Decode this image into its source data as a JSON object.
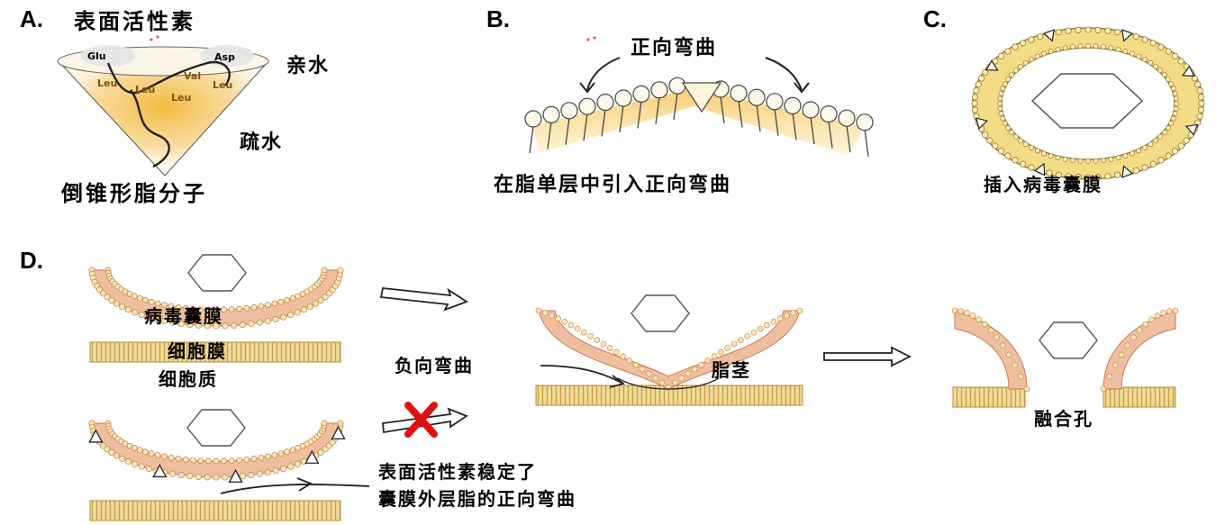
{
  "panels": {
    "a": {
      "letter": "A.",
      "title": "表面活性素",
      "hydrophilic": "亲水",
      "hydrophobic": "疏水",
      "caption": "倒锥形脂分子",
      "residues": [
        "Glu",
        "Asp",
        "Leu",
        "Leu",
        "Val",
        "Leu",
        "Leu"
      ]
    },
    "b": {
      "letter": "B.",
      "curve_label": "正向弯曲",
      "caption": "在脂单层中引入正向弯曲"
    },
    "c": {
      "letter": "C.",
      "caption": "插入病毒囊膜"
    },
    "d": {
      "letter": "D.",
      "viral_envelope": "病毒囊膜",
      "cell_membrane": "细胞膜",
      "cytoplasm": "细胞质",
      "negative_curvature": "负向弯曲",
      "stalk": "脂茎",
      "fusion_pore": "融合孔",
      "note_line1": "表面活性素稳定了",
      "note_line2": "囊膜外层脂的正向弯曲"
    }
  },
  "colors": {
    "membrane_fill": "#f0bfa0",
    "membrane_stroke": "#c47a55",
    "head_fill": "#f4e9b0",
    "flat_membrane": "#e8d28c",
    "cone_gold": "#f2b632",
    "block_mark": "#e01010"
  },
  "icons": [
    "cone-molecule-icon",
    "hexagon-icon",
    "arrow-icon",
    "block-x-icon",
    "triangle-icon"
  ]
}
